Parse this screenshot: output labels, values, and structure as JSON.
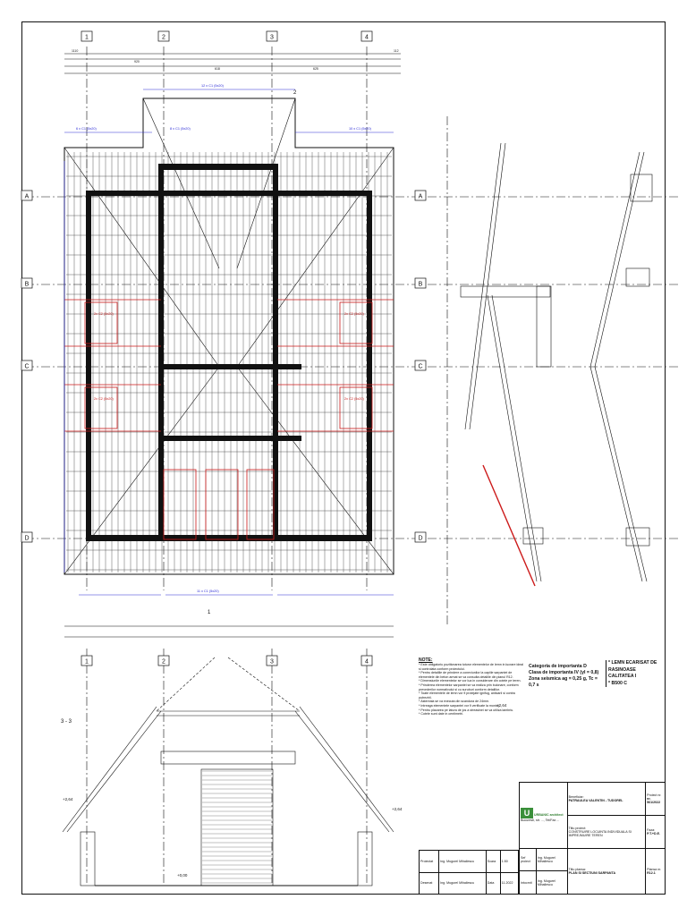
{
  "drawing": {
    "grid_numbers": [
      "1",
      "2",
      "3",
      "4"
    ],
    "grid_letters": [
      "A",
      "B",
      "C",
      "D"
    ],
    "section_mark": "3 - 3",
    "section_labels": [
      "1",
      "2"
    ],
    "elevations": [
      "+2,64",
      "+2,64",
      "+2,64",
      "+0,00"
    ],
    "dims_top": [
      "1110",
      "920",
      "618",
      "625",
      "112"
    ],
    "member_labels": [
      "12 x C1 (5x20)",
      "8 x C1 (5x20)",
      "6 x C1 (5x20)",
      "10 x C1 (5x20)",
      "11 x C1 (5x20)",
      "2x C2 (5x20)",
      "2x C2 (5x20)",
      "2x C2 (5x20)",
      "2x C2 (5x20)"
    ],
    "colors": {
      "line": "#111111",
      "blue": "#2a2ad6",
      "red": "#cc1a1a",
      "green": "#3a8f3a"
    }
  },
  "notes": {
    "title": "NOTE:",
    "body": "* Este obligatoriu pozitionarea tuturor elementelor de lemn in lucrare ideal si controlata conform proiectului.\n* Pentru detaliile de prindere a conexiunilor la capiile sarpantei de elementele din beton armat se va consulta detaliile din planul R12.\n* Dimensiunile elementelor se vor lua in considerare din cotele pe teren.\n* Prinderea elementelor sarpantei se va realiza prin bulonare, conform prevederilor normativului si cu suruburi conform detaliilor.\n* Toate elementele de lemn vor fi protejate ignifug, anticarii si contra putrezirii.\n* Astereala se va executa din scandura de 24mm.\n* Intreaga elementele sarpantei vor fi verificate la montaj.\n* Pentru placarea pe latura de jos a streasinei se va utiliza lambriu.\n* Cotele sunt date in centimetri."
  },
  "category": {
    "lines": [
      "Categoria de importanta D",
      "Clasa de importanta IV (γI = 0,8)",
      "Zona seismica ag = 0,25 g, Tc = 0,7 s"
    ]
  },
  "wood": {
    "lines": [
      "* LEMN ECARISAT DE RASINOASE",
      "CALITATEA I",
      "* B500 C"
    ]
  },
  "titleblock": {
    "company": "URBANIC architect",
    "company_sub": "Bucuresti, str. ..., Tel/Fax ...",
    "beneficiar_label": "Beneficiar:",
    "beneficiar": "PATRAULEA VALENTIN - TUDOREL",
    "proiect_label": "Proiect nr.",
    "proiect_nr": "nr. 561/2022",
    "titlu_proiect_label": "Titlu proiect:",
    "titlu_proiect": "CONSTRUIRE LOCUINTA INDIVIDUALA SI IMPREJMUIRE TEREN",
    "faza_label": "Faza:",
    "faza": "P.T.+D.E.",
    "titlu_plansa_label": "Titlu plansa:",
    "titlu_plansa": "PLAN SI SECTIUNI SARPANTA",
    "plansa_label": "Plansa nr.",
    "plansa_nr": "R12.1",
    "scara_label": "Scara",
    "scara": "1:50",
    "data_label": "Data",
    "data": "11.2022",
    "rows": [
      {
        "role": "Sef proiect",
        "name": "Ing. Mugurel Mihailescu"
      },
      {
        "role": "Intocmit",
        "name": "Ing. Mugurel Mihailescu"
      },
      {
        "role": "Proiectat",
        "name": "Ing. Mugurel Mihailescu"
      },
      {
        "role": "Desenat",
        "name": "Ing. Mugurel Mihailescu"
      }
    ]
  }
}
